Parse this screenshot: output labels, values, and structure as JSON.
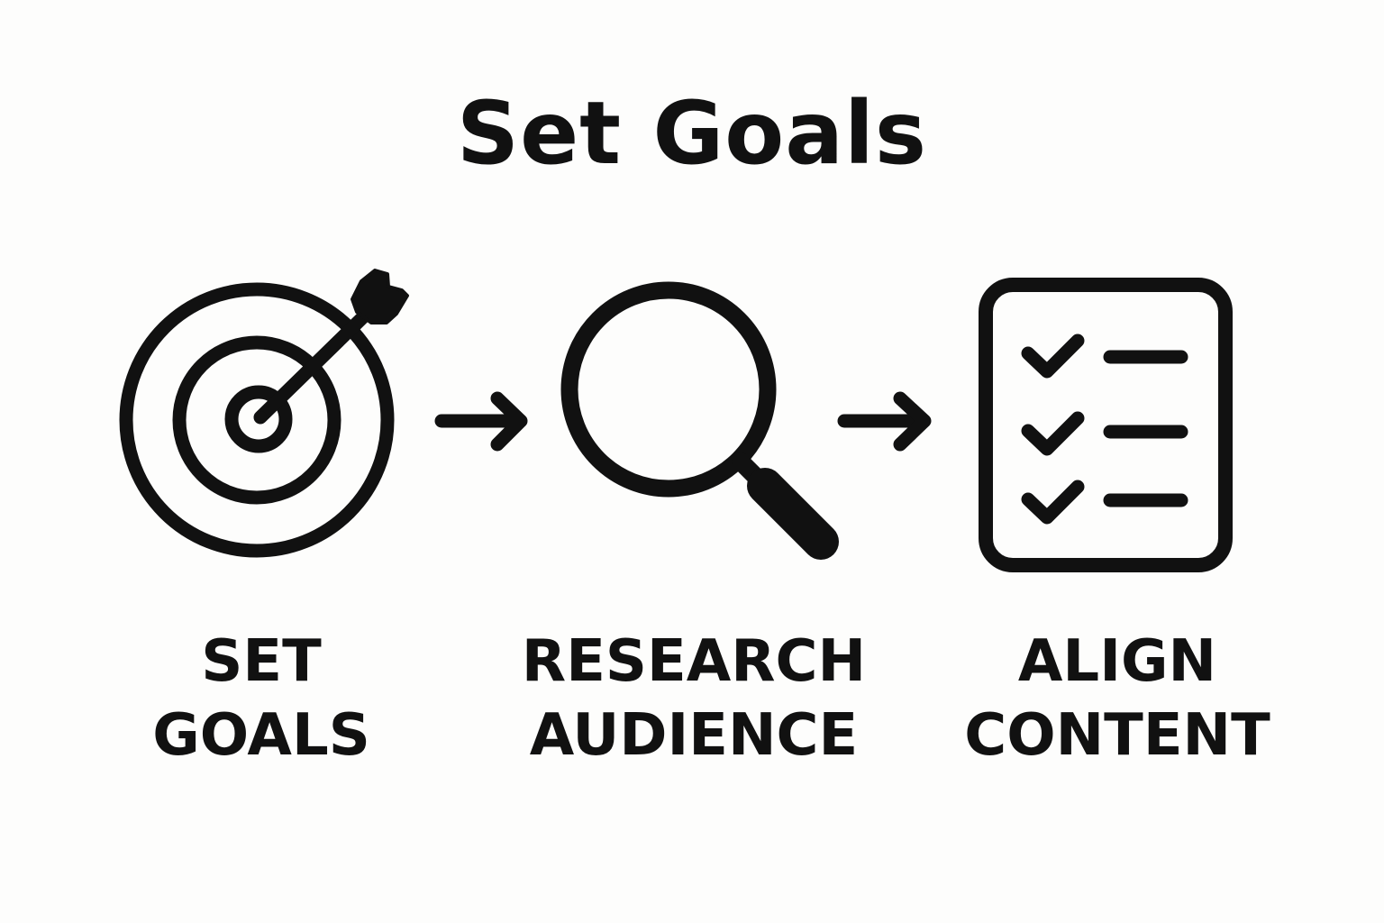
{
  "title": "Set Goals",
  "steps": [
    {
      "icon": "target-icon",
      "label_lines": [
        "SET",
        "GOALS"
      ]
    },
    {
      "icon": "magnifier-icon",
      "label_lines": [
        "RESEARCH",
        "AUDIENCE"
      ]
    },
    {
      "icon": "checklist-icon",
      "label_lines": [
        "ALIGN",
        "CONTENT"
      ]
    }
  ],
  "connectors": [
    "arrow-right-icon",
    "arrow-right-icon"
  ],
  "colors": {
    "background": "#fdfdfc",
    "ink": "#111111"
  }
}
